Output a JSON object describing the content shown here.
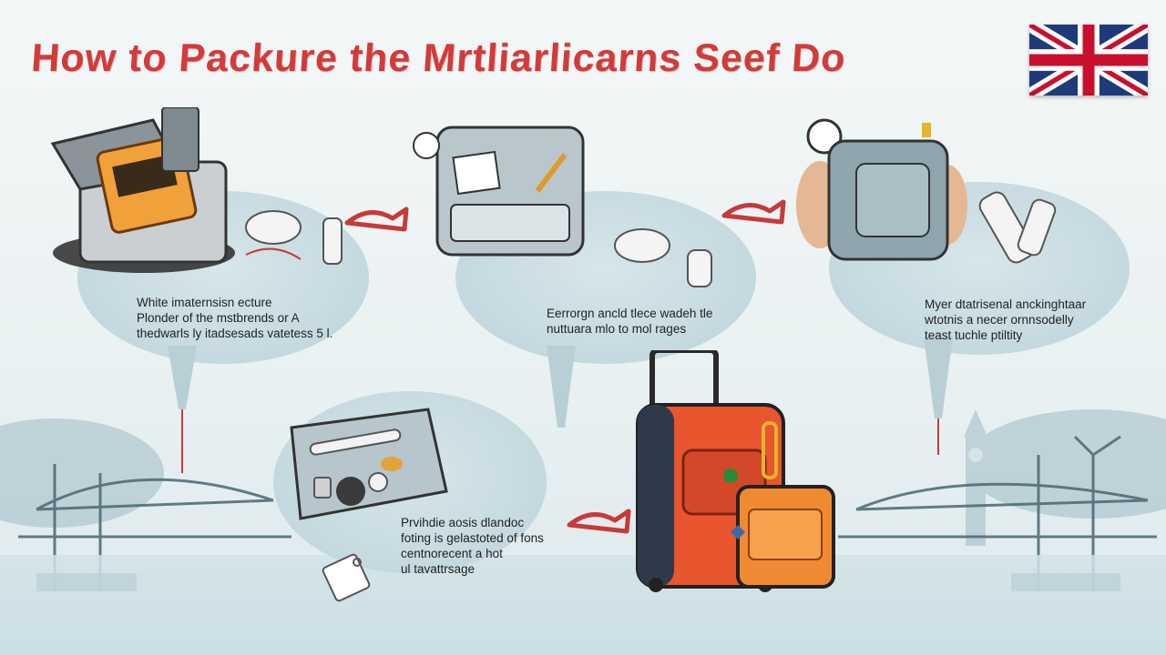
{
  "title": "How to Packure the Mrtliarlicarns Seef Do",
  "colors": {
    "accent": "#d33a3a",
    "bubble": "#c6dbe1",
    "suitcase_main": "#e8552f",
    "suitcase_small": "#f08a32"
  },
  "flag": {
    "icon": "union-jack-flag-icon"
  },
  "steps": [
    {
      "text": "White imaternsisn ecture\nPlonder of the mstbrends or A\nthedwarls ly itadsesads vatetess 5 l."
    },
    {
      "text": "Eerrorgn ancld tlece wadeh tle\nnuttuara mlo to mol rages"
    },
    {
      "text": "Myer dtatrisenal anckinghtaar\nwtotnis a necer ornnsodelly\nteast tuchle ptiltity"
    },
    {
      "text": "Prvihdie aosis dlandoc\nfoting is gelastoted of fons\ncentnorecent a hot\nul tavattrsage"
    }
  ]
}
